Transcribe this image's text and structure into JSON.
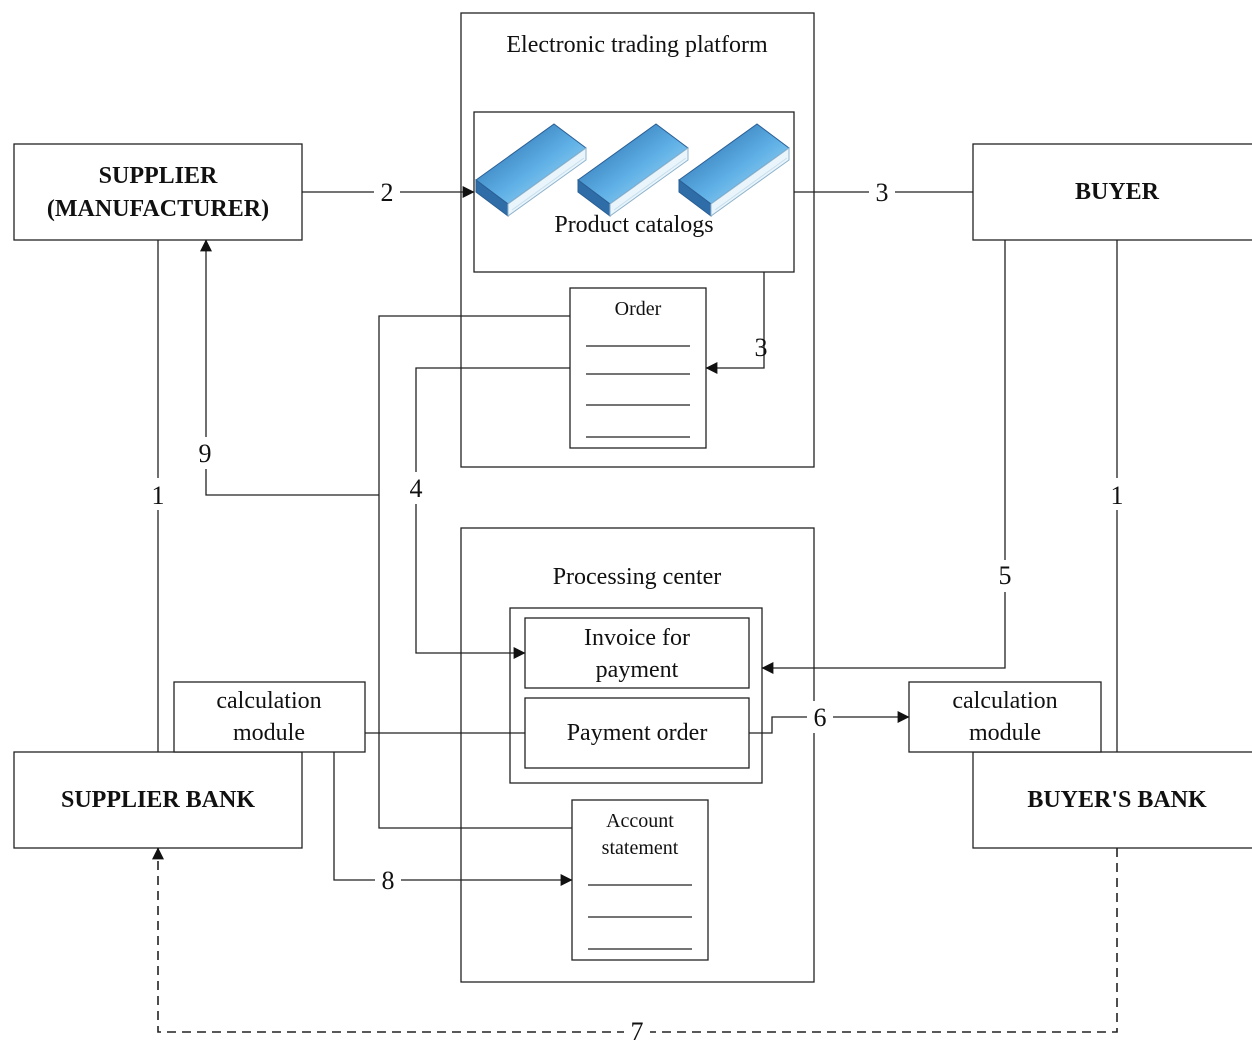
{
  "entities": {
    "supplier_line1": "SUPPLIER",
    "supplier_line2": "(MANUFACTURER)",
    "buyer": "BUYER",
    "supplier_bank": "SUPPLIER BANK",
    "buyers_bank": "BUYER'S BANK"
  },
  "platform": {
    "title": "Electronic trading platform",
    "catalogs": "Product catalogs",
    "order": "Order"
  },
  "processing": {
    "title": "Processing center",
    "invoice_line1": "Invoice for",
    "invoice_line2": "payment",
    "payment_order": "Payment order",
    "statement_line1": "Account",
    "statement_line2": "statement"
  },
  "modules": {
    "left_line1": "calculation",
    "left_line2": "module",
    "right_line1": "calculation",
    "right_line2": "module"
  },
  "flow_labels": {
    "f1_left": "1",
    "f1_right": "1",
    "f2": "2",
    "f3_catalog": "3",
    "f3_order": "3",
    "f4": "4",
    "f5": "5",
    "f6": "6",
    "f7": "7",
    "f8": "8",
    "f9": "9"
  },
  "colors": {
    "book_cover_dark": "#1f5fa0",
    "book_cover_light": "#9ad4f2",
    "lines": "#222222"
  }
}
